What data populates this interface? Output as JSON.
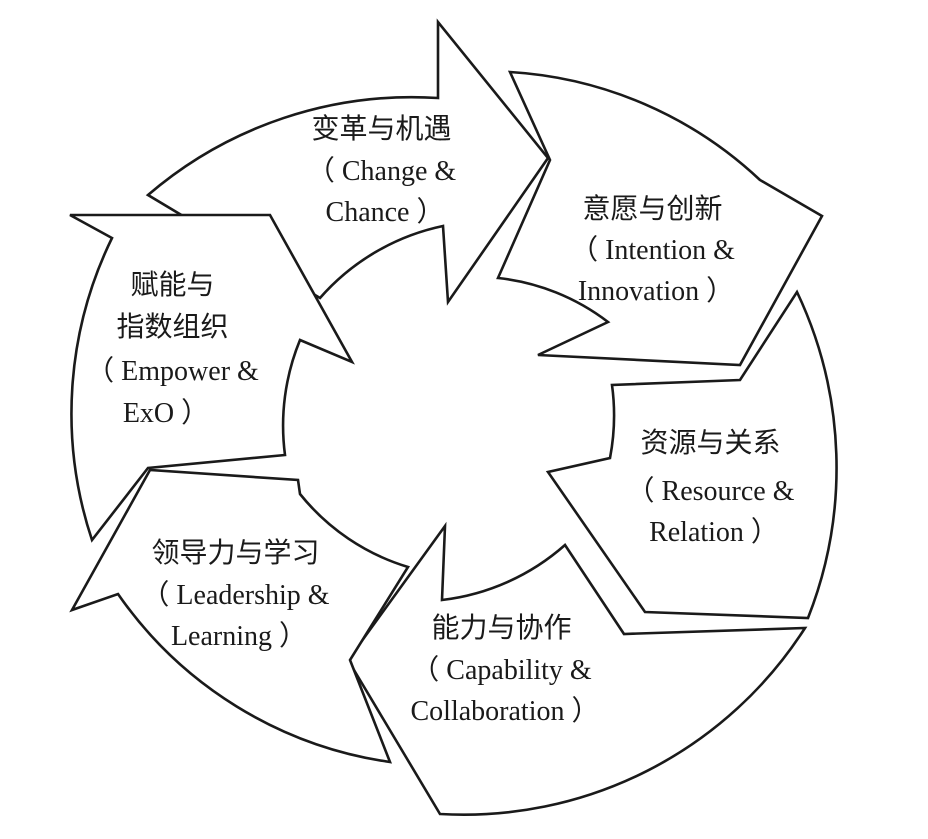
{
  "diagram": {
    "type": "cycle",
    "segments": [
      {
        "id": "change",
        "lines": [
          "变革与机遇",
          "（ Change &",
          "Chance ）"
        ]
      },
      {
        "id": "intention",
        "lines": [
          "意愿与创新",
          "（ Intention &",
          "Innovation ）"
        ]
      },
      {
        "id": "resource",
        "lines": [
          "资源与关系",
          "（ Resource &",
          "Relation ）"
        ]
      },
      {
        "id": "capability",
        "lines": [
          "能力与协作",
          "（ Capability &",
          "Collaboration ）"
        ]
      },
      {
        "id": "leadership",
        "lines": [
          "领导力与学习",
          "（ Leadership &",
          "Learning ）"
        ]
      },
      {
        "id": "empower",
        "lines": [
          "赋能与",
          "指数组织",
          "（ Empower &",
          "ExO ）"
        ]
      }
    ],
    "colors": {
      "stroke": "#1a1a1a",
      "fill": "#ffffff",
      "text": "#1a1a1a"
    }
  }
}
